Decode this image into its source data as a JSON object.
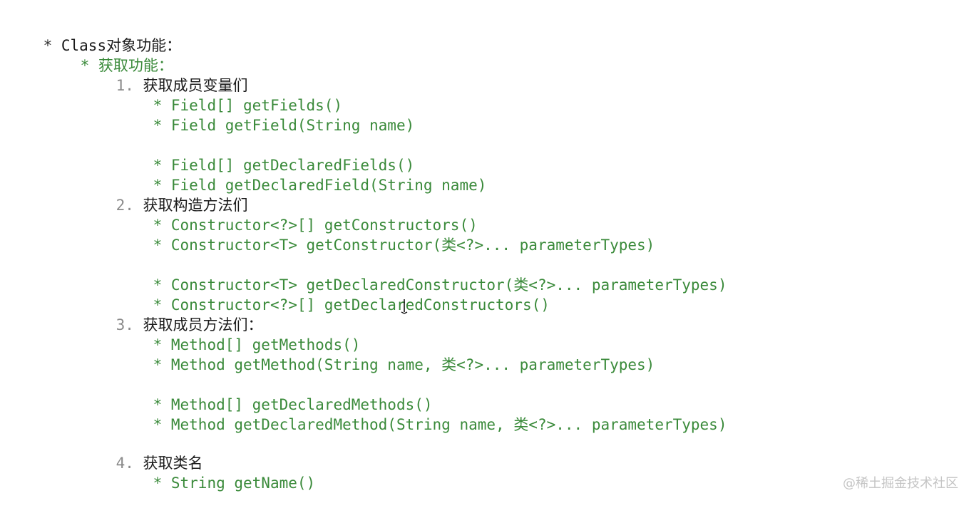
{
  "title_line": {
    "bullet": "* ",
    "text": "Class对象功能："
  },
  "section": {
    "bullet": "* ",
    "text": "获取功能："
  },
  "groups": [
    {
      "number": "1.",
      "heading": "获取成员变量们",
      "items": [
        "Field[] getFields()",
        "Field getField(String name)",
        "Field[] getDeclaredFields()",
        "Field getDeclaredField(String name)"
      ]
    },
    {
      "number": "2.",
      "heading": "获取构造方法们",
      "items": [
        "Constructor<?>[] getConstructors()",
        "Constructor<T> getConstructor(类<?>... parameterTypes)",
        "Constructor<T> getDeclaredConstructor(类<?>... parameterTypes)",
        "Constructor<?>[] getDeclaredConstructors()"
      ]
    },
    {
      "number": "3.",
      "heading": "获取成员方法们：",
      "items": [
        "Method[] getMethods()",
        "Method getMethod(String name, 类<?>... parameterTypes)",
        "Method[] getDeclaredMethods()",
        "Method getDeclaredMethod(String name, 类<?>... parameterTypes)"
      ]
    },
    {
      "number": "4.",
      "heading": "获取类名",
      "items": [
        "String getName()"
      ]
    }
  ],
  "item_bullet": "* ",
  "watermark": "@稀土掘金技术社区",
  "colors": {
    "code_green": "#3a8a3a",
    "heading_black": "#1a1a1a",
    "number_gray": "#8a8a8a",
    "watermark_gray": "#c4c4c4"
  },
  "icons": {
    "cursor": "text-cursor-icon"
  }
}
